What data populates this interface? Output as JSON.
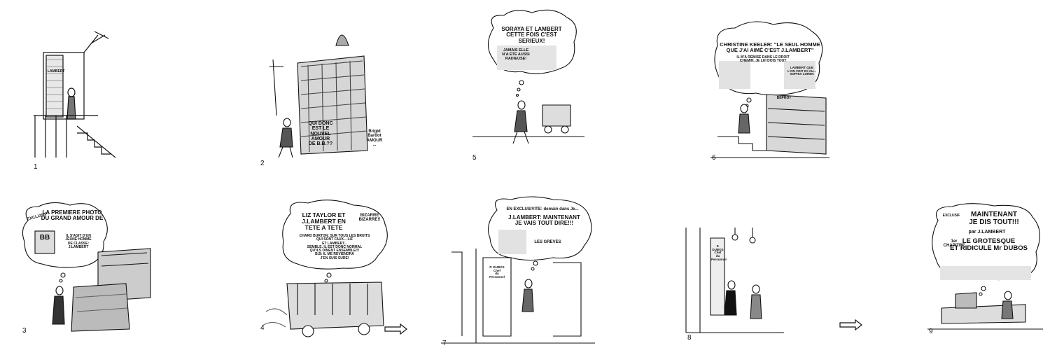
{
  "panels": [
    {
      "number": "1",
      "texts": {
        "door": "LAMBERT"
      }
    },
    {
      "number": "2",
      "texts": {
        "sign1": "QUI DONC\nEST LE\nNOUVEL\nAMOUR\nDE B.B.??",
        "sign2": "Brigid\nBardot\nAMOUR\n..."
      }
    },
    {
      "number": "5",
      "texts": {
        "headline": "SORAYA ET LAMBERT\nCETTE FOIS C'EST SERIEUX!",
        "sub": "JAMAIS ELLE\nN'A ÉTÉ AUSSI\nRADIEUSE!"
      }
    },
    {
      "number": "6",
      "texts": {
        "headline": "CHRISTINE KEELER: \"LE SEUL HOMME\nQUE J'AI AIMÉ C'EST J.LAMBERT\"",
        "sub": "IL M'A REMISE DANS LE DROIT\nCHEMIN, JE LUI DOIS TOUT",
        "side": "LAMBERT QUE\nL'ON VOIT ICI AU...\nSOPHIA LOREN",
        "sign": "BEPROT"
      }
    },
    {
      "number": "3",
      "texts": {
        "exclusif": "EXCLUSIF",
        "headline": "LA PREMIERE PHOTO\nDU GRAND AMOUR DE",
        "bb": "BB",
        "sub": "IL S'AGIT D'UN\nJEUNE HOMME\nDE CLASSE:\nJ.LAMBERT"
      }
    },
    {
      "number": "4",
      "texts": {
        "headline": "LIZ TAYLOR ET\nJ.LAMBERT EN\nTETE A TETE",
        "side": "BIZARRE\nBIZARRE!!",
        "body": "CHARD BURTON: SUR TOUS LES BRUITS\nQUI SONT FAUX... LIZ\nET LAMBERT...\nSEMBLE. IL EST DONC NORMAL\nQU'ILS DINENT ENSEMBLE!!!\nB.B: IL ME REVIENDRA\nJ'EN SUIS SURE!"
      }
    },
    {
      "number": "7",
      "texts": {
        "banner": "EN EXCLUSIVITE: demain dans Je...",
        "headline": "J.LAMBERT: MAINTENANT\nJE VAIS TOUT DIRE!!!",
        "greves": "LES GREVES",
        "door1": "P. DUBOS\nChef\ndu\nPersonnel"
      }
    },
    {
      "number": "8",
      "texts": {
        "door": "P. DUBOS\nChef\ndu\nPersonnel"
      }
    },
    {
      "number": "9",
      "texts": {
        "tag": "EXCLUSIF",
        "headline": "MAINTENANT\nJE DIS TOUT!!!",
        "by": "par J.LAMBERT",
        "chapter": "1er CHAPITRE",
        "headline2": "LE GROTESQUE\nET RIDICULE Mr DUBOS"
      }
    }
  ],
  "arrows": [
    "right-arrow",
    "right-arrow"
  ]
}
